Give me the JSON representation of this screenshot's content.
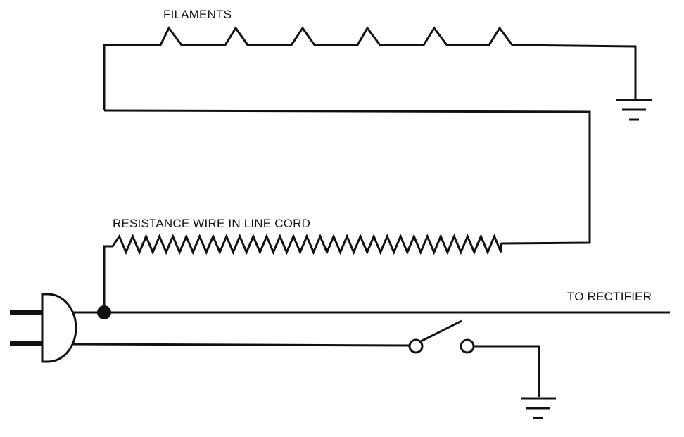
{
  "labels": {
    "filaments": "FILAMENTS",
    "resistance_wire": "RESISTANCE WIRE IN LINE CORD",
    "to_rectifier": "TO RECTIFIER"
  },
  "colors": {
    "ink": "#111111",
    "background": "#ffffff"
  },
  "icons": {
    "ground": "ground-symbol",
    "plug": "two-prong-plug",
    "switch": "spst-switch",
    "junction": "junction-dot"
  }
}
